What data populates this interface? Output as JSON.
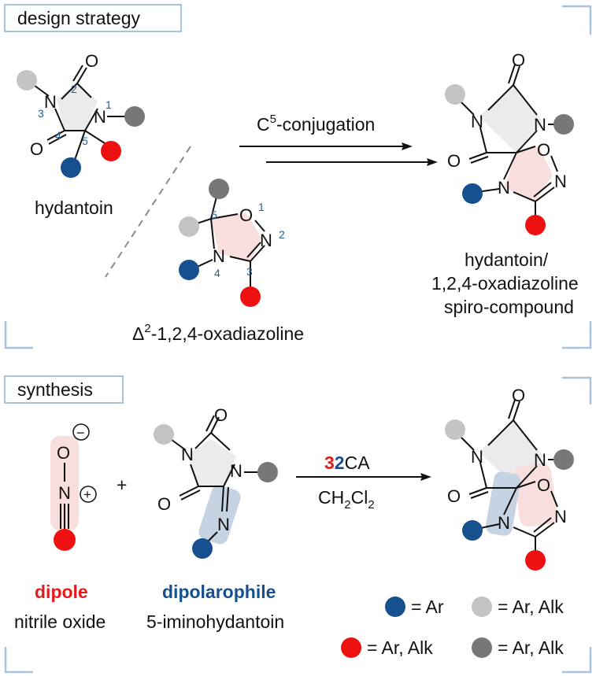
{
  "sections": {
    "design_title": "design strategy",
    "synthesis_title": "synthesis"
  },
  "labels": {
    "hydantoin": "hydantoin",
    "oxadiazoline_delta": "Δ",
    "oxadiazoline_sup": "2",
    "oxadiazoline_rest": "-1,2,4-oxadiazoline",
    "conjugation_pre": "C",
    "conjugation_sup": "5",
    "conjugation_post": "-conjugation",
    "spiro_line1": "hydantoin/",
    "spiro_line2": "1,2,4-oxadiazoline",
    "spiro_line3": "spiro-compound",
    "dipole": "dipole",
    "nitrile_oxide": "nitrile oxide",
    "dipolarophile": "dipolarophile",
    "iminohydantoin": "5-iminohydantoin",
    "plus": "+",
    "cat_num_red": "3",
    "cat_num_blue": "2",
    "cat_text": "CA",
    "solvent_a": "CH",
    "solvent_sub1": "2",
    "solvent_b": "Cl",
    "solvent_sub2": "2"
  },
  "atoms": {
    "O": "O",
    "N": "N",
    "minus": "−",
    "plus_charge": "+"
  },
  "ring_numbers": {
    "hyd": [
      "1",
      "2",
      "3",
      "4",
      "5"
    ],
    "oxa": [
      "1",
      "2",
      "3",
      "4",
      "5"
    ]
  },
  "legend": [
    {
      "dot": "blue",
      "text": "= Ar"
    },
    {
      "dot": "lightgray",
      "text": "= Ar, Alk"
    },
    {
      "dot": "red",
      "text": "= Ar, Alk"
    },
    {
      "dot": "darkgray",
      "text": "= Ar, Alk"
    }
  ],
  "colors": {
    "red_sub": "#ee1111",
    "blue_sub": "#17508f",
    "light_sub": "#c4c4c4",
    "dark_sub": "#777777",
    "pink_fill": "#f9dede",
    "ring_fill": "#ebebeb",
    "blue_highlight": "#c5d3e3",
    "frame": "#a9c3db",
    "dipole_red": "#e41b1b",
    "dipolarophile_blue": "#17508f"
  }
}
